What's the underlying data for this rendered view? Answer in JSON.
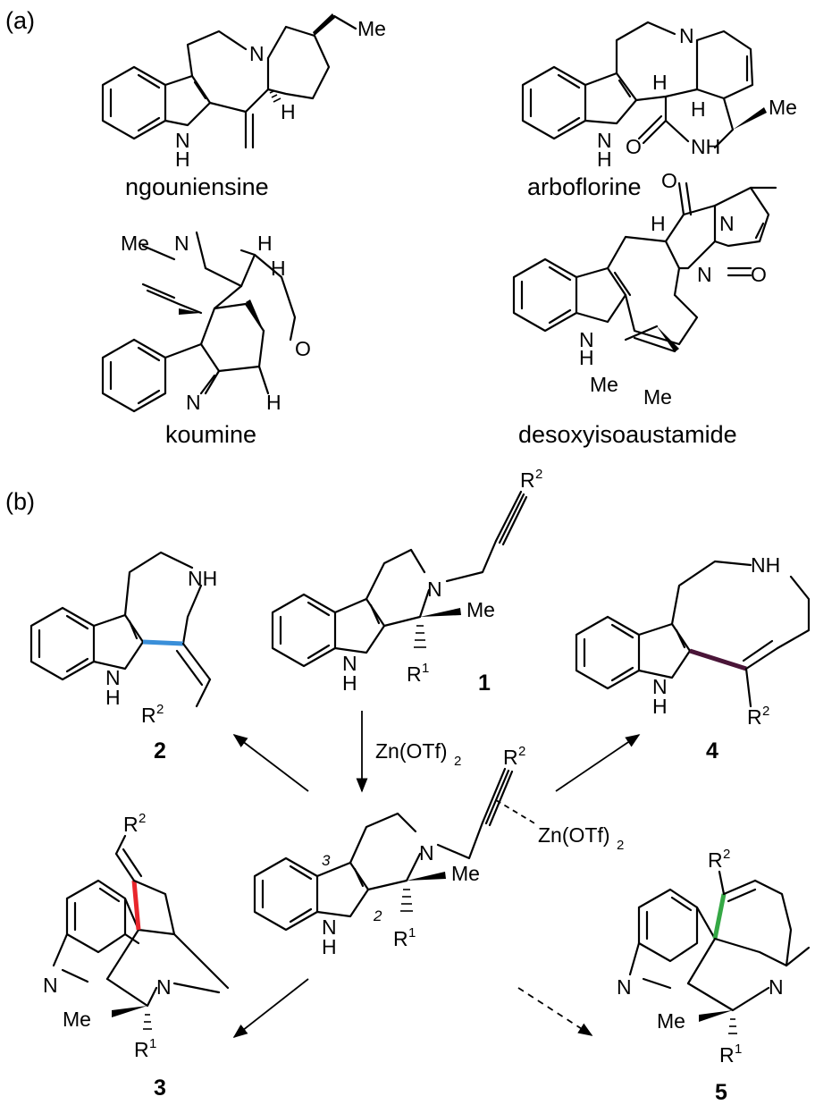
{
  "panels": {
    "a": "(a)",
    "b": "(b)"
  },
  "names": {
    "ngouniensine": "ngouniensine",
    "arboflorine": "arboflorine",
    "koumine": "koumine",
    "desoxyisoaustamide": "desoxyisoaustamide"
  },
  "atoms": {
    "N": "N",
    "NH": "NH",
    "H": "H",
    "O": "O",
    "Me": "Me",
    "R": "R",
    "one": "1",
    "two": "2",
    "three": "3",
    "Zn": "Zn(OTf)",
    "sub2": "2"
  },
  "compounds": {
    "c1": "1",
    "c2": "2",
    "c3": "3",
    "c4": "4",
    "c5": "5"
  },
  "reagent": {
    "zn": "Zn(OTf)",
    "sub": "2"
  },
  "highlight_colors": {
    "blue": "#3a8fd9",
    "purple": "#4a1538",
    "red": "#e8262c",
    "green": "#35a845"
  }
}
